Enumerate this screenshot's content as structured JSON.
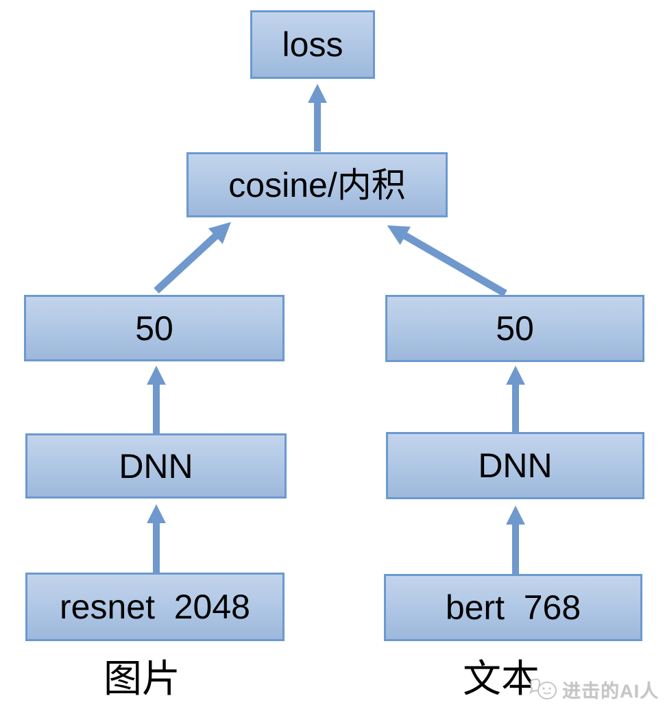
{
  "diagram": {
    "title": "two-tower image-text matching architecture",
    "nodes": {
      "loss": {
        "label": "loss"
      },
      "similarity": {
        "label": "cosine/内积"
      },
      "image_embedding": {
        "label": "50"
      },
      "text_embedding": {
        "label": "50"
      },
      "image_dnn": {
        "label": "DNN"
      },
      "text_dnn": {
        "label": "DNN"
      },
      "image_input": {
        "label": "resnet  2048"
      },
      "text_input": {
        "label": "bert  768"
      }
    },
    "branch_labels": {
      "image": "图片",
      "text": "文本"
    },
    "watermark": {
      "logo": "chat-face-logo",
      "text": "进击的AI人"
    },
    "colors": {
      "background": "#ffffff",
      "box_border": "#6b99cf",
      "box_fill_top": "#c3d4ec",
      "box_fill_bottom": "#9db8dc",
      "arrow": "#6f98cd",
      "text": "#000000",
      "watermark": "#c5c5c5"
    }
  }
}
